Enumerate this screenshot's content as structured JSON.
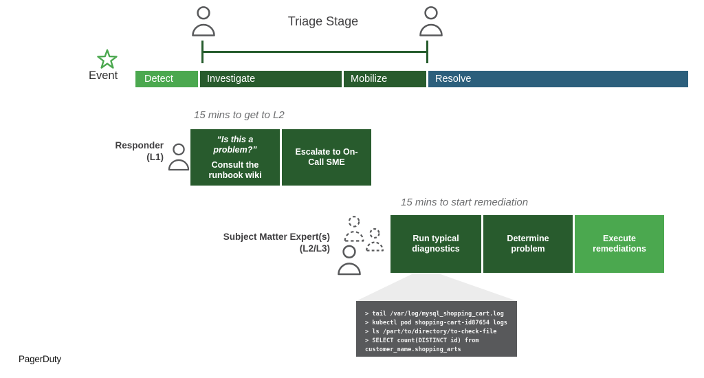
{
  "colors": {
    "light_green": "#4ba84f",
    "dark_green": "#285b2d",
    "resolve_blue": "#2c5f7c",
    "bracket_green": "#265c2d",
    "icon_gray": "#58595b",
    "note_gray": "#6d6e70",
    "terminal_bg": "#58595b",
    "funnel_gray": "#ececec"
  },
  "header": {
    "title": "Triage Stage",
    "left_icon": "person-icon",
    "right_icon": "person-icon"
  },
  "timeline": {
    "event_label": "Event",
    "event_icon": "star-icon",
    "stages": [
      {
        "label": "Detect"
      },
      {
        "label": "Investigate"
      },
      {
        "label": "Mobilize"
      },
      {
        "label": "Resolve"
      }
    ]
  },
  "responder_row": {
    "sla_note": "15 mins to get to L2",
    "role_line1": "Responder",
    "role_line2": "(L1)",
    "steps": [
      {
        "quote": "“Is this a problem?”",
        "text": "Consult the runbook wiki"
      },
      {
        "text": "Escalate to On-Call SME"
      }
    ]
  },
  "sme_row": {
    "sla_note": "15 mins to start remediation",
    "role_line1": "Subject Matter Expert(s)",
    "role_line2": "(L2/L3)",
    "steps": [
      {
        "text": "Run typical diagnostics"
      },
      {
        "text": "Determine problem"
      },
      {
        "text": "Execute remediations"
      }
    ]
  },
  "terminal": {
    "lines": [
      "> tail /var/log/mysql_shopping_cart.log",
      "> kubectl pod shopping-cart-id87654 logs",
      "> ls /part/to/directory/to-check-file",
      "> SELECT count(DISTINCT id) from",
      "customer_name.shopping_arts"
    ]
  },
  "footer": {
    "logo_text": "PagerDuty"
  }
}
